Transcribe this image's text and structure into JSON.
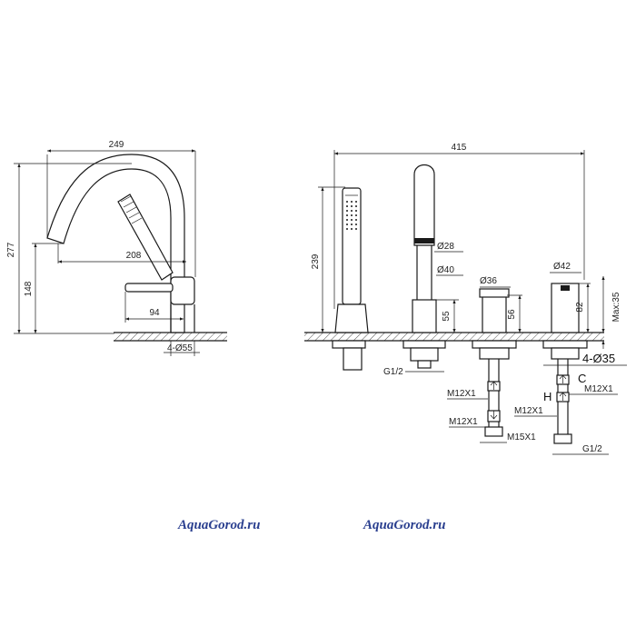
{
  "left_view": {
    "dims": {
      "width_total": "249",
      "height_total": "277",
      "spout_reach": "208",
      "spout_height": "148",
      "lever_offset": "94",
      "hole": "4-Ø55"
    }
  },
  "right_view": {
    "dims": {
      "width_total": "415",
      "hand_shower_length": "239",
      "d28": "Ø28",
      "d40": "Ø40",
      "h55": "55",
      "d36": "Ø36",
      "h56": "56",
      "d42": "Ø42",
      "h82": "82",
      "max35": "Max:35",
      "holes": "4-Ø35",
      "g12_left": "G1/2",
      "g12_right": "G1/2",
      "m12_a": "M12X1",
      "m12_b": "M12X1",
      "m12_c": "M12X1",
      "m12_d": "M12X1",
      "m15": "M15X1",
      "c_mark": "C",
      "h_mark": "H"
    }
  },
  "watermarks": [
    "AquaGorod.ru",
    "AquaGorod.ru"
  ]
}
